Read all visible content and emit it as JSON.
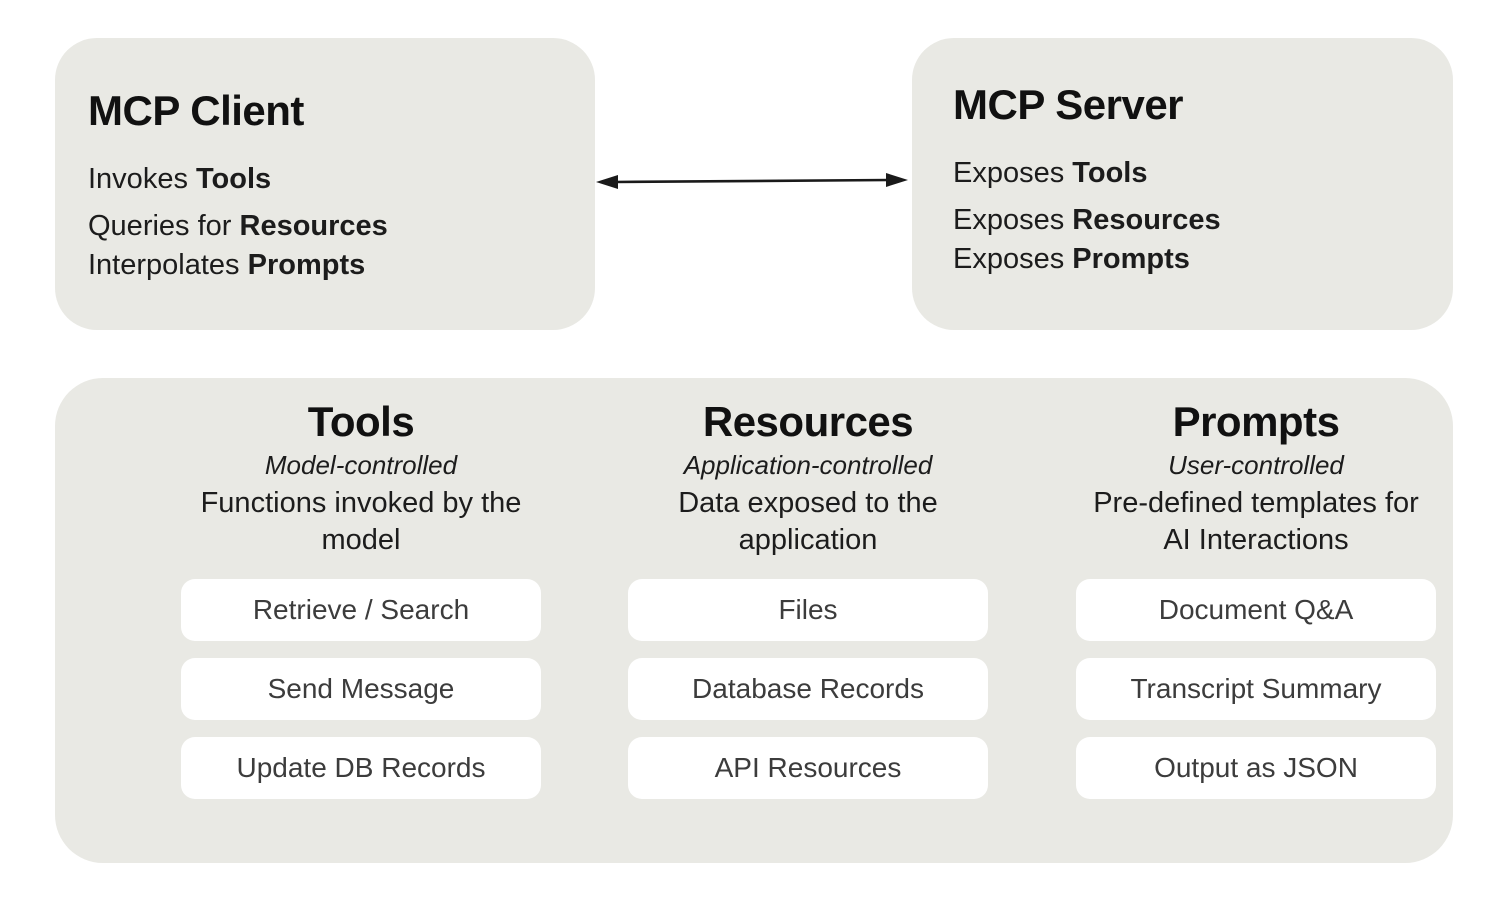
{
  "client_box": {
    "title": "MCP Client",
    "lines": [
      {
        "prefix": "Invokes ",
        "bold": "Tools"
      },
      {
        "prefix": "Queries for ",
        "bold": "Resources"
      },
      {
        "prefix": "Interpolates ",
        "bold": "Prompts"
      }
    ]
  },
  "server_box": {
    "title": "MCP Server",
    "lines": [
      {
        "prefix": "Exposes ",
        "bold": "Tools"
      },
      {
        "prefix": "Exposes ",
        "bold": "Resources"
      },
      {
        "prefix": "Exposes ",
        "bold": "Prompts"
      }
    ]
  },
  "connection": {
    "type": "bidirectional-arrow"
  },
  "columns": [
    {
      "title": "Tools",
      "subtitle": "Model-controlled",
      "description_line1": "Functions invoked by the",
      "description_line2": "model",
      "items": [
        "Retrieve / Search",
        "Send Message",
        "Update DB Records"
      ]
    },
    {
      "title": "Resources",
      "subtitle": "Application-controlled",
      "description_line1": "Data exposed to the",
      "description_line2": "application",
      "items": [
        "Files",
        "Database Records",
        "API Resources"
      ]
    },
    {
      "title": "Prompts",
      "subtitle": "User-controlled",
      "description_line1": "Pre-defined templates for",
      "description_line2": "AI Interactions",
      "items": [
        "Document Q&A",
        "Transcript Summary",
        "Output as JSON"
      ]
    }
  ],
  "colors": {
    "box_bg": "#e9e9e4",
    "button_bg": "#ffffff",
    "title_color": "#111111",
    "text_color": "#1c1c1c",
    "button_text": "#3c3c3c",
    "arrow_color": "#1a1a1a"
  }
}
